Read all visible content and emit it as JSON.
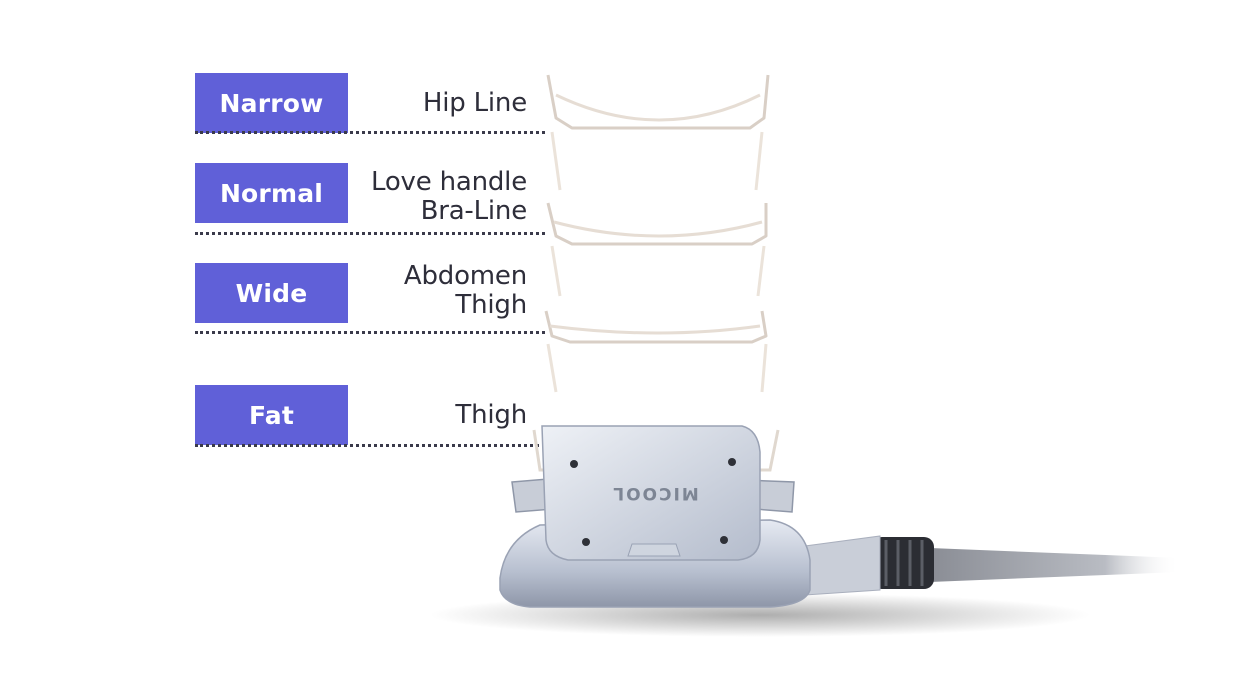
{
  "sizes": [
    {
      "label": "Narrow",
      "lines": [
        "Hip Line"
      ]
    },
    {
      "label": "Normal",
      "lines": [
        "Love handle",
        "Bra-Line"
      ]
    },
    {
      "label": "Wide",
      "lines": [
        "Abdomen",
        "Thigh"
      ]
    },
    {
      "label": "Fat",
      "lines": [
        "Thigh"
      ]
    }
  ],
  "device": {
    "brand_text": "MICOOL"
  },
  "colors": {
    "label_bg": "#6060d8",
    "label_text": "#ffffff",
    "desc_text": "#2e2e3a"
  }
}
